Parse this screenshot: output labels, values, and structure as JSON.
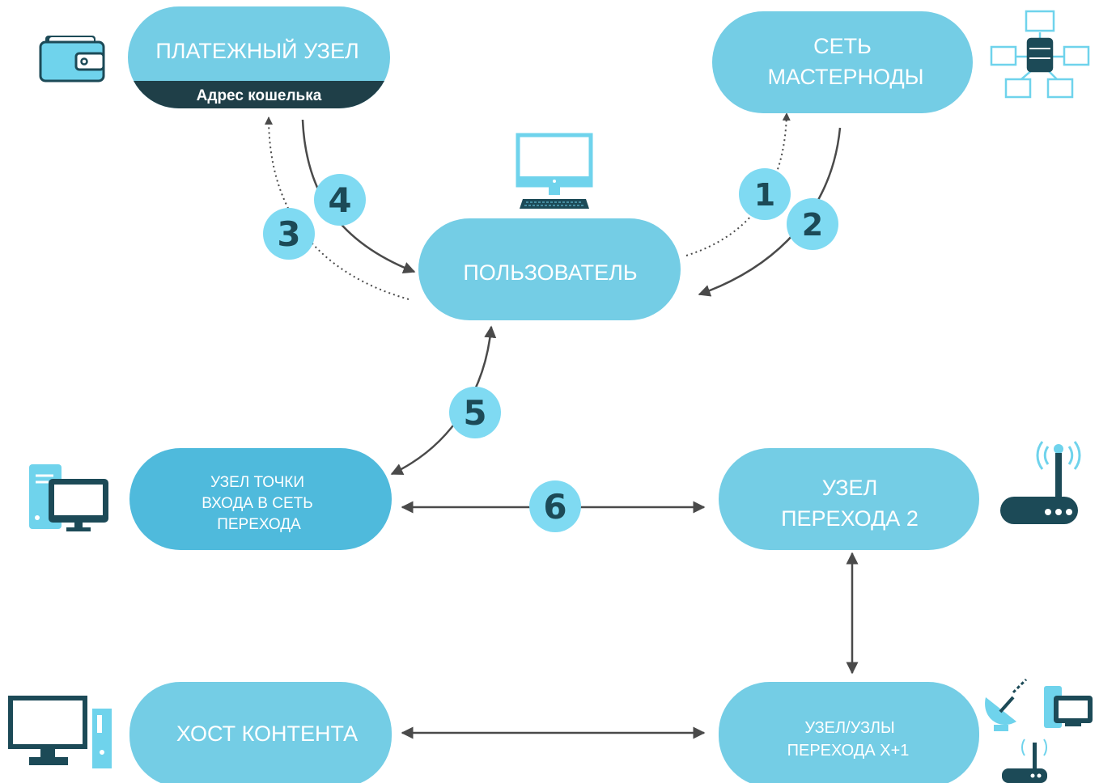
{
  "nodes": {
    "payment_node": {
      "title": "ПЛАТЕЖНЫЙ УЗЕЛ",
      "subtitle": "Адрес кошелька"
    },
    "masternode_network": {
      "line1": "СЕТЬ",
      "line2": "МАСТЕРНОДЫ"
    },
    "user": {
      "title": "ПОЛЬЗОВАТЕЛЬ"
    },
    "entry_node": {
      "line1": "УЗЕЛ ТОЧКИ",
      "line2": "ВХОДА В  СЕТЬ",
      "line3": "ПЕРЕХОДА"
    },
    "transit_node_2": {
      "line1": "УЗЕЛ",
      "line2": "ПЕРЕХОДА 2"
    },
    "content_host": {
      "title": "ХОСТ КОНТЕНТА"
    },
    "transit_nodes_x1": {
      "line1": "УЗЕЛ/УЗЛЫ",
      "line2": "ПЕРЕХОДА X+1"
    }
  },
  "steps": [
    "1",
    "2",
    "3",
    "4",
    "5",
    "6"
  ],
  "icons": {
    "payment": "wallet-icon",
    "masternodes": "server-network-icon",
    "user": "desktop-computer-icon",
    "entry": "pc-tower-monitor-icon",
    "transit2": "wifi-router-icon",
    "host": "desktop-tower-icon",
    "transit_x1": "satellite-router-pc-icon"
  },
  "colors": {
    "node_fill": "#74cde5",
    "node_fill_alt": "#4fbadc",
    "badge_fill": "#7fdaf2",
    "dark": "#1c4a57",
    "arrow": "#4a4a4a"
  }
}
